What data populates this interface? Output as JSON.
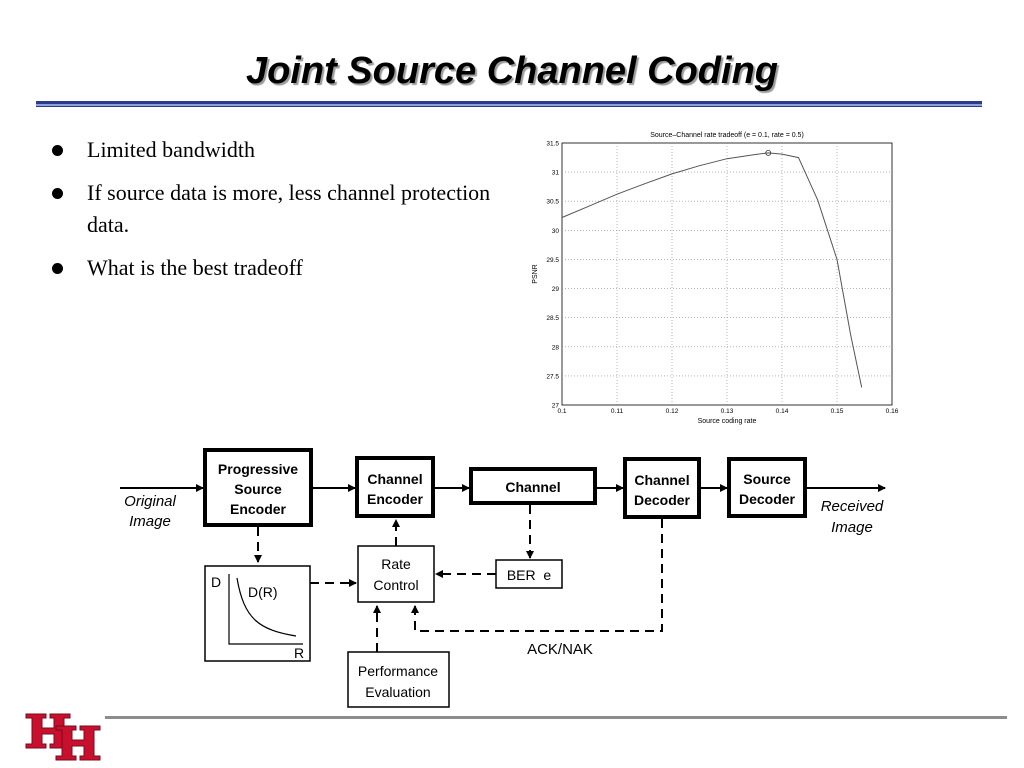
{
  "slide": {
    "title": "Joint Source Channel Coding",
    "bullets": [
      "Limited bandwidth",
      "If source data is more, less channel protection data.",
      "What is the best tradeoff"
    ]
  },
  "colors": {
    "title_rule_dark": "#2d3b8e",
    "title_rule_light": "#8fa2d8",
    "footer_rule": "#8c8c8c",
    "logo_red": "#c8102e"
  },
  "chart_data": {
    "type": "line",
    "title": "Source–Channel rate tradeoff (e = 0.1, rate = 0.5)",
    "xlabel": "Source coding rate",
    "ylabel": "PSNR",
    "xlim": [
      0.1,
      0.16
    ],
    "ylim": [
      27,
      31.5
    ],
    "xticks": [
      "0.1",
      "0.11",
      "0.12",
      "0.13",
      "0.14",
      "0.15",
      "0.16"
    ],
    "yticks": [
      "27",
      "27.5",
      "28",
      "28.5",
      "29",
      "29.5",
      "30",
      "30.5",
      "31",
      "31.5"
    ],
    "grid": true,
    "series": [
      {
        "x": [
          0.1,
          0.105,
          0.11,
          0.115,
          0.12,
          0.125,
          0.13,
          0.135,
          0.1375,
          0.14,
          0.143,
          0.1465,
          0.15,
          0.1525,
          0.1545
        ],
        "y": [
          30.22,
          30.42,
          30.62,
          30.8,
          30.97,
          31.11,
          31.23,
          31.3,
          31.33,
          31.31,
          31.25,
          30.52,
          29.5,
          28.2,
          27.3
        ]
      }
    ],
    "marker": {
      "x": 0.1375,
      "y": 31.33
    }
  },
  "diagram": {
    "input_label_1": "Original",
    "input_label_2": "Image",
    "output_label_1": "Received",
    "output_label_2": "Image",
    "progressive_encoder": [
      "Progressive",
      "Source",
      "Encoder"
    ],
    "channel_encoder": [
      "Channel",
      "Encoder"
    ],
    "channel": "Channel",
    "channel_decoder": [
      "Channel",
      "Decoder"
    ],
    "source_decoder": [
      "Source",
      "Decoder"
    ],
    "rate_control": [
      "Rate",
      "Control"
    ],
    "ber": "BER  e",
    "rd_d": "D",
    "rd_dr": "D(R)",
    "rd_r": "R",
    "performance": [
      "Performance",
      "Evaluation"
    ],
    "ack": "ACK/NAK"
  }
}
